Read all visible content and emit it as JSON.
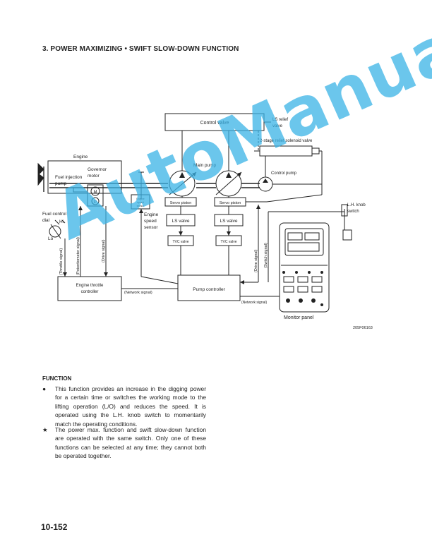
{
  "section_title": "3.  POWER MAXIMIZING • SWIFT SLOW-DOWN FUNCTION",
  "diagram": {
    "control_valve": "Control valve",
    "ls_relief_valve": [
      "LS relief",
      "valve"
    ],
    "two_stage_relief": "2-stage relief solenoid valve",
    "main_pump": "Main pump",
    "control_pump": "Control pump",
    "engine": "Engine",
    "fuel_injection_pump": [
      "Fuel injection",
      "pump"
    ],
    "governor_motor": [
      "Governor",
      "motor"
    ],
    "motor_m": "M",
    "potentiometer_p": "P",
    "engine_speed_sensor_box": [
      "Engine",
      "speed",
      "sensor"
    ],
    "engine_speed_sensor": [
      "Engine",
      "speed",
      "sensor"
    ],
    "servo_piston": "Servo piston",
    "ls_valve": "LS valve",
    "tvc_valve": "TVC valve",
    "fuel_control_dial": [
      "Fuel control",
      "dial"
    ],
    "hi": "Hi",
    "lo": "Lo",
    "throttle_signal": "(Throttle signal)",
    "potentiometer_signal": "(Potentiometer signal)",
    "drive_signal": "(Drive signal)",
    "switch_signal": "(Switch signal)",
    "engine_throttle_controller": [
      "Engine throttle",
      "controller"
    ],
    "network_signal": "(Network signal)",
    "pump_controller": "Pump controller",
    "lh_knob_switch": [
      "L.H. knob",
      "switch"
    ],
    "monitor_panel": "Monitor panel",
    "figure_code": "205F06163"
  },
  "function": {
    "title": "FUNCTION",
    "items": [
      {
        "mark": "●",
        "text": "This function provides an increase in the digging power for a certain time or switches the working mode to the lifting operation (L/O) and reduces the speed. It is operated using the L.H. knob switch to momentarily match the operating conditions."
      },
      {
        "mark": "★",
        "text": "The power max. function and swift slow-down function are operated with the same switch. Only one of these functions can be selected at any time; they cannot both be operated together."
      }
    ]
  },
  "watermark": "AutoManual",
  "page_number": "10-152",
  "colors": {
    "ink": "#222222",
    "watermark": "#3ab3e6"
  }
}
